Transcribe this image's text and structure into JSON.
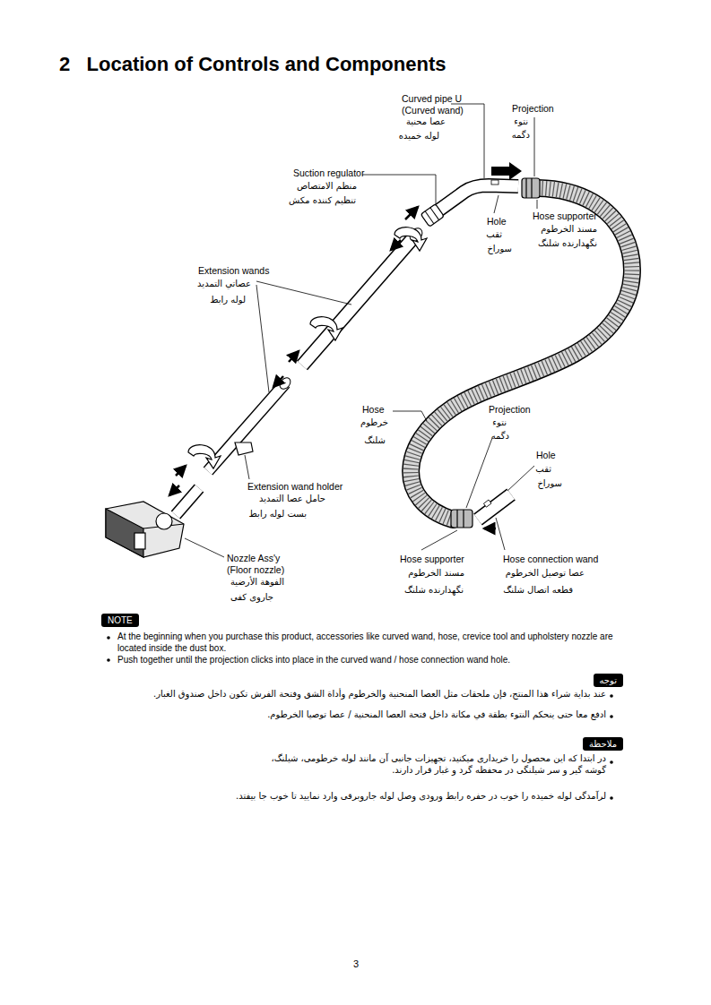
{
  "diagram": {
    "title": "2   Location of Controls and Components",
    "nodes": [
      {
        "text": [
          "NOTE"
        ]
      },
      {
        "text": [
          "توجه"
        ]
      },
      {
        "text": [
          "ملاحظة"
        ]
      }
    ],
    "labels": [
      "Curved pipe U",
      "(Curved wand)",
      "عصا محنية",
      "لوله خميده",
      "Projection",
      "نتوء",
      "دگمه",
      "Suction regulator",
      "منظم الامتصاص",
      "تنظيم كننده مكش",
      "Hole",
      "ثقب",
      "سوراخ",
      "Hose supporter",
      "مسند الخرطوم",
      "نگهدارنده شلنگ",
      "Extension wands",
      "عصاتي التمديد",
      "لوله رابط",
      "Hose",
      "خرطوم",
      "شلنگ",
      "Projection",
      "نتوء",
      "دگمه",
      "Hole",
      "ثقب",
      "سوراخ",
      "Extension wand holder",
      "حامل عصا التمديد",
      "بست لوله رابط",
      "Nozzle Ass'y",
      "(Floor nozzle)",
      "الفوهة الأرضية",
      "جاروی کفی",
      "Hose supporter",
      "مسند الخرطوم",
      "نگهدارنده شلنگ",
      "Hose connection wand",
      "عصا توصيل الخرطوم",
      "قطعه اتصال شلنگ",
      "At the beginning when you purchase this product, accessories like curved wand, hose, crevice tool and upholstery nozzle are located inside the dust box.",
      "Push together until the projection clicks into place in the curved wand / hose connection wand hole.",
      "عند بداية شراء هذا المنتج، فإن ملحقات مثل العصا المنحنية والخرطوم وأداة الشق وفتحة الفرش تكون داخل صندوق الغبار.",
      "ادفع معا حتى ينحكم النتوء بطقة في مكانة داخل فتحة العصا المنحنية / عصا توصيا الخرطوم.",
      "در ابتدا كه اين محصول را خريداری ميكنيد، تجهيزات جانبی آن مانند لوله خرطومی، شيلنگ، گوشه گير و سر شيلنگی در محفظه گرد و غبار قرار دارند.",
      "لرآمدگی لوله خميده را خوب در حفره رابط ورودی وصل لوله جاروبرقی وارد نماييد تا خوب جا بيفتد.",
      "3"
    ]
  }
}
